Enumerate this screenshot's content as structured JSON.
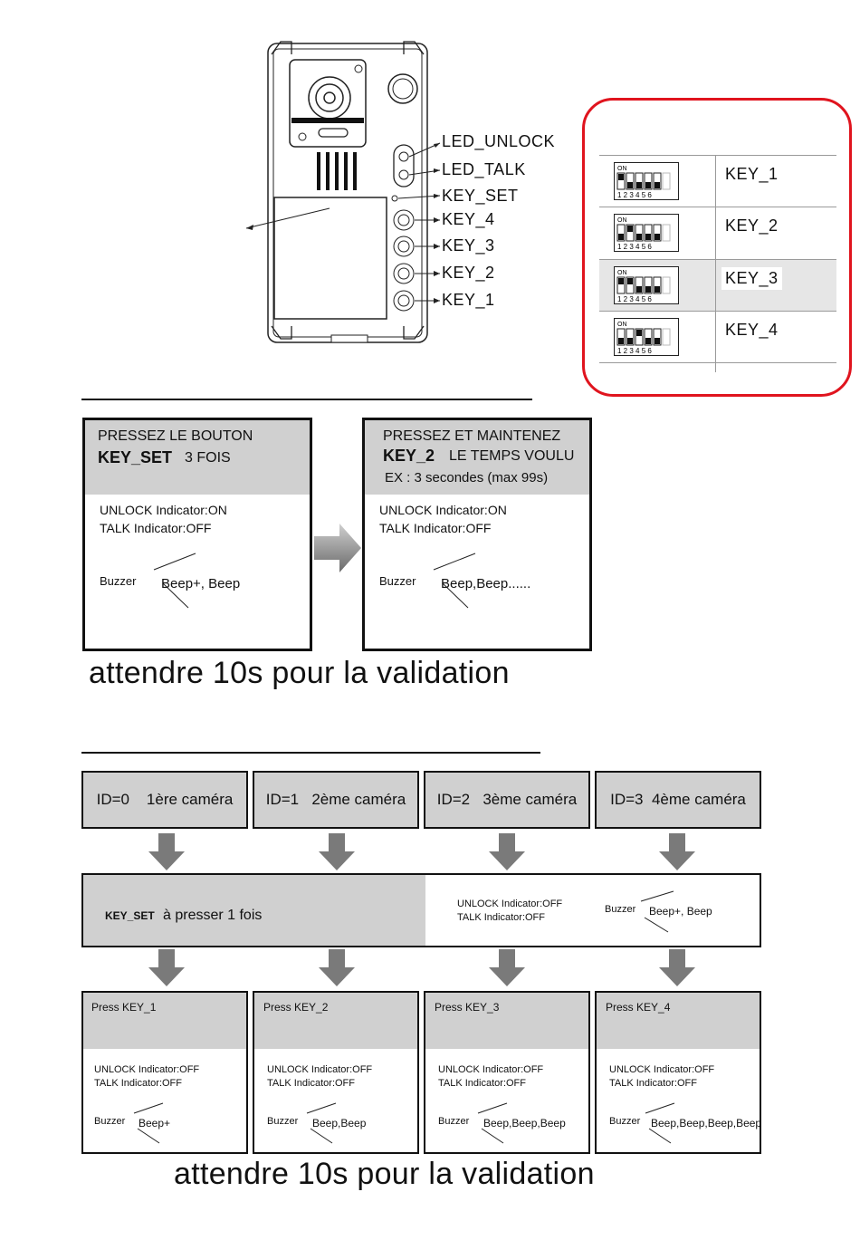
{
  "device": {
    "labels": [
      "LED_UNLOCK",
      "LED_TALK",
      "KEY_SET",
      "KEY_4",
      "KEY_3",
      "KEY_2",
      "KEY_1"
    ]
  },
  "dip_table": {
    "rows": [
      {
        "key": "KEY_1",
        "on_label": "ON",
        "numbers": "1 2 3 4 5 6"
      },
      {
        "key": "KEY_2",
        "on_label": "ON",
        "numbers": "1 2 3 4 5 6"
      },
      {
        "key": "KEY_3",
        "on_label": "ON",
        "numbers": "1 2 3 4 5 6"
      },
      {
        "key": "KEY_4",
        "on_label": "ON",
        "numbers": "1 2 3 4 5 6"
      }
    ],
    "frame_color": "#e0141e"
  },
  "section1": {
    "box1": {
      "line1": "PRESSEZ LE BOUTON",
      "key": "KEY_SET",
      "times": "3 FOIS",
      "unlock": "UNLOCK Indicator:ON",
      "talk": "TALK Indicator:OFF",
      "buzzer": "Buzzer",
      "beep": "Beep+, Beep"
    },
    "box2": {
      "line1": "PRESSEZ ET MAINTENEZ",
      "key": "KEY_2",
      "rest": "LE TEMPS VOULU",
      "ex": "EX : 3 secondes (max 99s)",
      "unlock": "UNLOCK Indicator:ON",
      "talk": "TALK Indicator:OFF",
      "buzzer": "Buzzer",
      "beep": "Beep,Beep......"
    },
    "validation": "attendre 10s pour la validation"
  },
  "section2": {
    "cameras": [
      {
        "id": "ID=0",
        "name": "1ère caméra"
      },
      {
        "id": "ID=1",
        "name": "2ème caméra"
      },
      {
        "id": "ID=2",
        "name": "3ème caméra"
      },
      {
        "id": "ID=3",
        "name": "4ème caméra"
      }
    ],
    "keyset": {
      "key": "KEY_SET",
      "text": "à presser 1 fois",
      "unlock": "UNLOCK Indicator:OFF",
      "talk": "TALK Indicator:OFF",
      "buzzer": "Buzzer",
      "beep": "Beep+, Beep"
    },
    "presses": [
      {
        "title": "Press KEY_1",
        "unlock": "UNLOCK Indicator:OFF",
        "talk": "TALK Indicator:OFF",
        "buzzer": "Buzzer",
        "beep": "Beep+"
      },
      {
        "title": "Press KEY_2",
        "unlock": "UNLOCK Indicator:OFF",
        "talk": "TALK Indicator:OFF",
        "buzzer": "Buzzer",
        "beep": "Beep,Beep"
      },
      {
        "title": "Press KEY_3",
        "unlock": "UNLOCK Indicator:OFF",
        "talk": "TALK Indicator:OFF",
        "buzzer": "Buzzer",
        "beep": "Beep,Beep,Beep"
      },
      {
        "title": "Press KEY_4",
        "unlock": "UNLOCK Indicator:OFF",
        "talk": "TALK Indicator:OFF",
        "buzzer": "Buzzer",
        "beep": "Beep,Beep,Beep,Beep"
      }
    ],
    "validation": "attendre 10s pour la validation"
  }
}
